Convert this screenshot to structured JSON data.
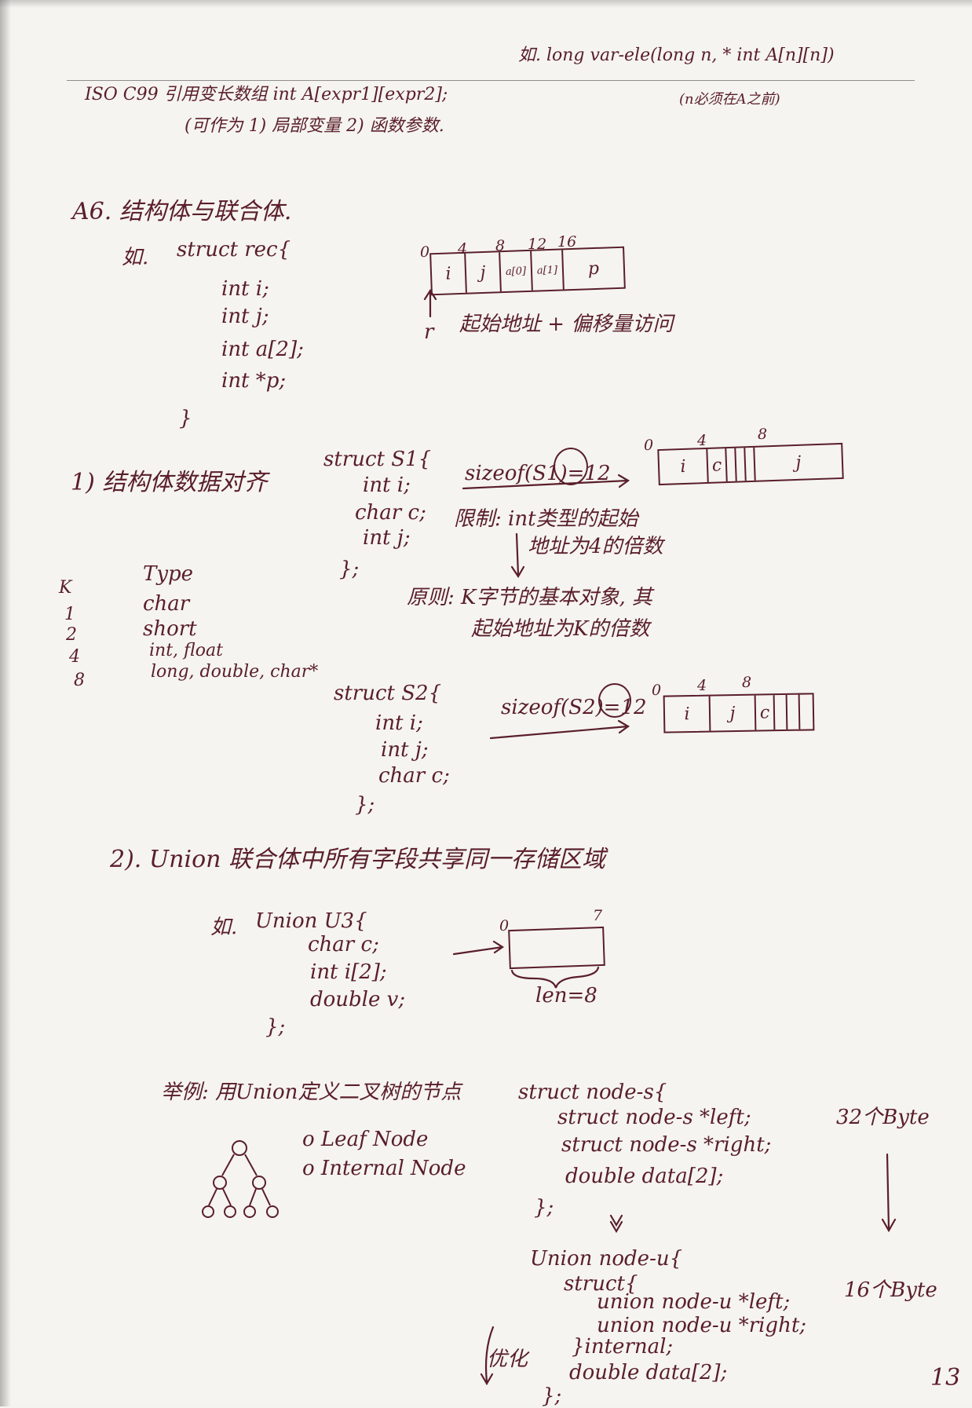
{
  "header": {
    "line1": "ISO C99 引用变长数组   int A[expr1][expr2];",
    "line1b": "如. long var-ele(long n, * int A[n][n])",
    "line2": "(可作为 1) 局部变量 2) 函数参数.",
    "line2b": "(n必须在A之前)"
  },
  "section": {
    "title": "A6. 结构体与联合体.",
    "example_label": "如.",
    "rec": {
      "decl": "struct rec{",
      "fields": [
        "int i;",
        "int j;",
        "int a[2];",
        "int *p;"
      ],
      "close": "}",
      "offsets": [
        "0",
        "4",
        "8",
        "12",
        "16"
      ],
      "cells": [
        "i",
        "j",
        "a[0]",
        "a[1]",
        "p"
      ],
      "pointer": "r",
      "note": "起始地址 + 偏移量访问"
    }
  },
  "align": {
    "title": "1) 结构体数据对齐",
    "s1": {
      "decl": "struct S1{",
      "fields": [
        "int i;",
        "char c;",
        "int j;"
      ],
      "close": "};",
      "sizeof": "sizeof(S1)=12",
      "offsets": [
        "0",
        "4",
        "8"
      ],
      "cells": [
        "i",
        "c",
        "",
        "",
        "",
        "j"
      ]
    },
    "limit": "限制: int类型的起始",
    "limit2": "地址为4的倍数",
    "principle": "原则: K字节的基本对象, 其",
    "principle2": "起始地址为K的倍数",
    "table": {
      "col_k": "K",
      "col_type": "Type",
      "rows": [
        {
          "k": "1",
          "type": "char"
        },
        {
          "k": "2",
          "type": "short"
        },
        {
          "k": "4",
          "type": "int, float"
        },
        {
          "k": "8",
          "type": "long, double, char*"
        }
      ]
    },
    "s2": {
      "decl": "struct S2{",
      "fields": [
        "int i;",
        "int j;",
        "char c;"
      ],
      "close": "};",
      "sizeof": "sizeof(S2)=12",
      "offsets": [
        "0",
        "4",
        "8"
      ],
      "cells": [
        "i",
        "j",
        "c",
        "",
        "",
        ""
      ]
    }
  },
  "union": {
    "title": "2). Union 联合体中所有字段共享同一存储区域",
    "example_label": "如.",
    "decl": "Union U3{",
    "fields": [
      "char c;",
      "int i[2];",
      "double v;"
    ],
    "close": "};",
    "offsets": [
      "0",
      "7"
    ],
    "len": "len=8"
  },
  "example": {
    "title": "举例: 用Union定义二叉树的节点",
    "options": [
      "o Leaf Node",
      "o Internal Node"
    ],
    "node_s": {
      "decl": "struct node-s{",
      "fields": [
        "struct node-s *left;",
        "struct node-s *right;",
        "double data[2];"
      ],
      "close": "};"
    },
    "size_before": "32个Byte",
    "size_after": "16个Byte",
    "node_u": {
      "decl": "Union node-u{",
      "inner_decl": "struct{",
      "inner_fields": [
        "union node-u *left;",
        "union node-u *right;"
      ],
      "inner_close": "}internal;",
      "last_field": "double data[2];",
      "close": "};"
    },
    "optimize": "优化"
  },
  "page_number": "13"
}
